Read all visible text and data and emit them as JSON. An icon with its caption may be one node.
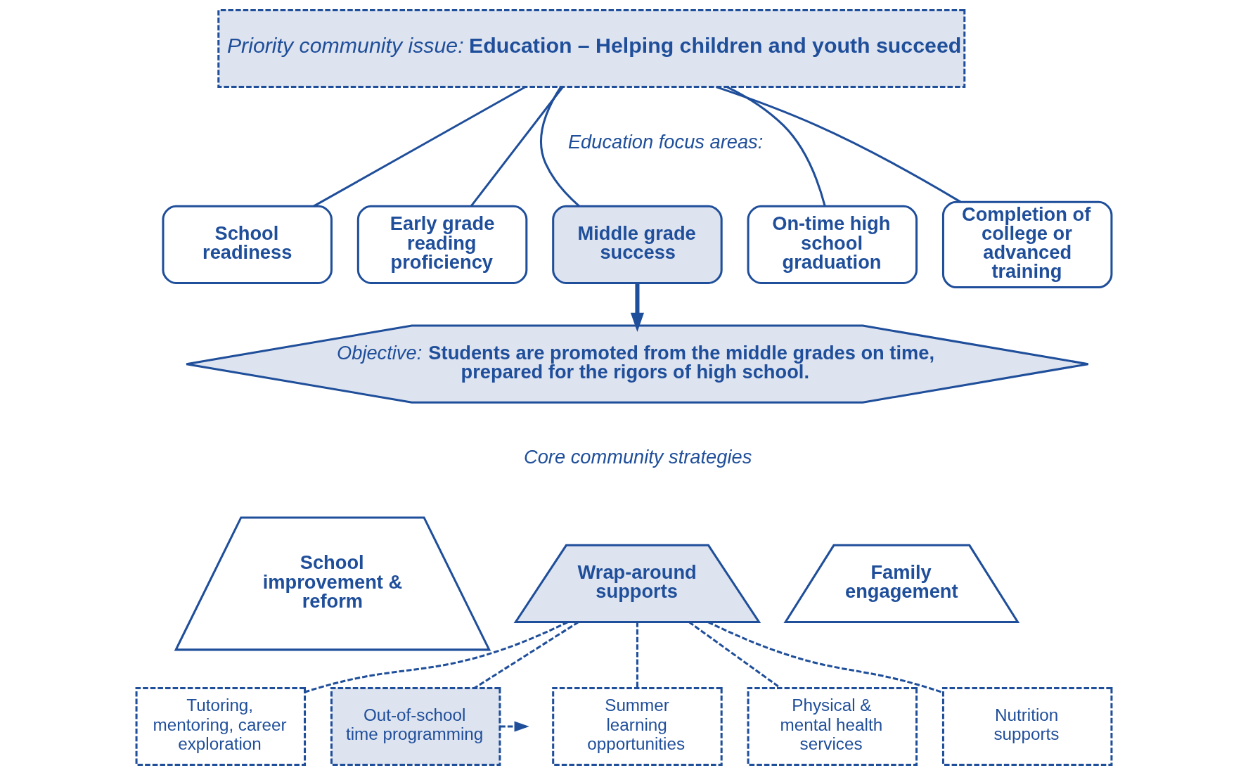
{
  "diagram": {
    "nodes": [
      {
        "text": [
          "Priority community issue:",
          "Education – Helping children and youth succeed"
        ]
      },
      {
        "text": [
          "School readiness"
        ]
      },
      {
        "text": [
          "Early grade reading proficiency"
        ]
      },
      {
        "text": [
          "Middle grade success"
        ]
      },
      {
        "text": [
          "On-time high school graduation"
        ]
      },
      {
        "text": [
          "Completion of college or advanced training"
        ]
      },
      {
        "text": [
          "Objective:",
          "Students are promoted from the middle grades on time, prepared for the rigors of high school."
        ]
      },
      {
        "text": [
          "School improvement & reform"
        ]
      },
      {
        "text": [
          "Wrap-around supports"
        ]
      },
      {
        "text": [
          "Family engagement"
        ]
      },
      {
        "text": [
          "Tutoring, mentoring, career exploration"
        ]
      },
      {
        "text": [
          "Out-of-school time programming"
        ]
      },
      {
        "text": [
          "Summer learning opportunities"
        ]
      },
      {
        "text": [
          "Physical & mental health services"
        ]
      },
      {
        "text": [
          "Nutrition supports"
        ]
      }
    ],
    "edges": [
      {
        "from": 0,
        "to": 1,
        "arrow": "none"
      },
      {
        "from": 0,
        "to": 2,
        "arrow": "none"
      },
      {
        "from": 0,
        "to": 3,
        "arrow": "none"
      },
      {
        "from": 0,
        "to": 4,
        "arrow": "none"
      },
      {
        "from": 0,
        "to": 5,
        "arrow": "none"
      },
      {
        "from": 3,
        "to": 6,
        "arrow": "to",
        "style": "thick"
      },
      {
        "from": 8,
        "to": 10,
        "arrow": "none",
        "style": "dashed"
      },
      {
        "from": 8,
        "to": 11,
        "arrow": "none",
        "style": "dashed"
      },
      {
        "from": 8,
        "to": 12,
        "arrow": "none",
        "style": "dashed"
      },
      {
        "from": 8,
        "to": 13,
        "arrow": "none",
        "style": "dashed"
      },
      {
        "from": 8,
        "to": 14,
        "arrow": "none",
        "style": "dashed"
      },
      {
        "from": 11,
        "to": null,
        "arrow": "to",
        "style": "dashed"
      }
    ],
    "labels": [
      "Education focus areas:",
      "Core community strategies"
    ]
  }
}
